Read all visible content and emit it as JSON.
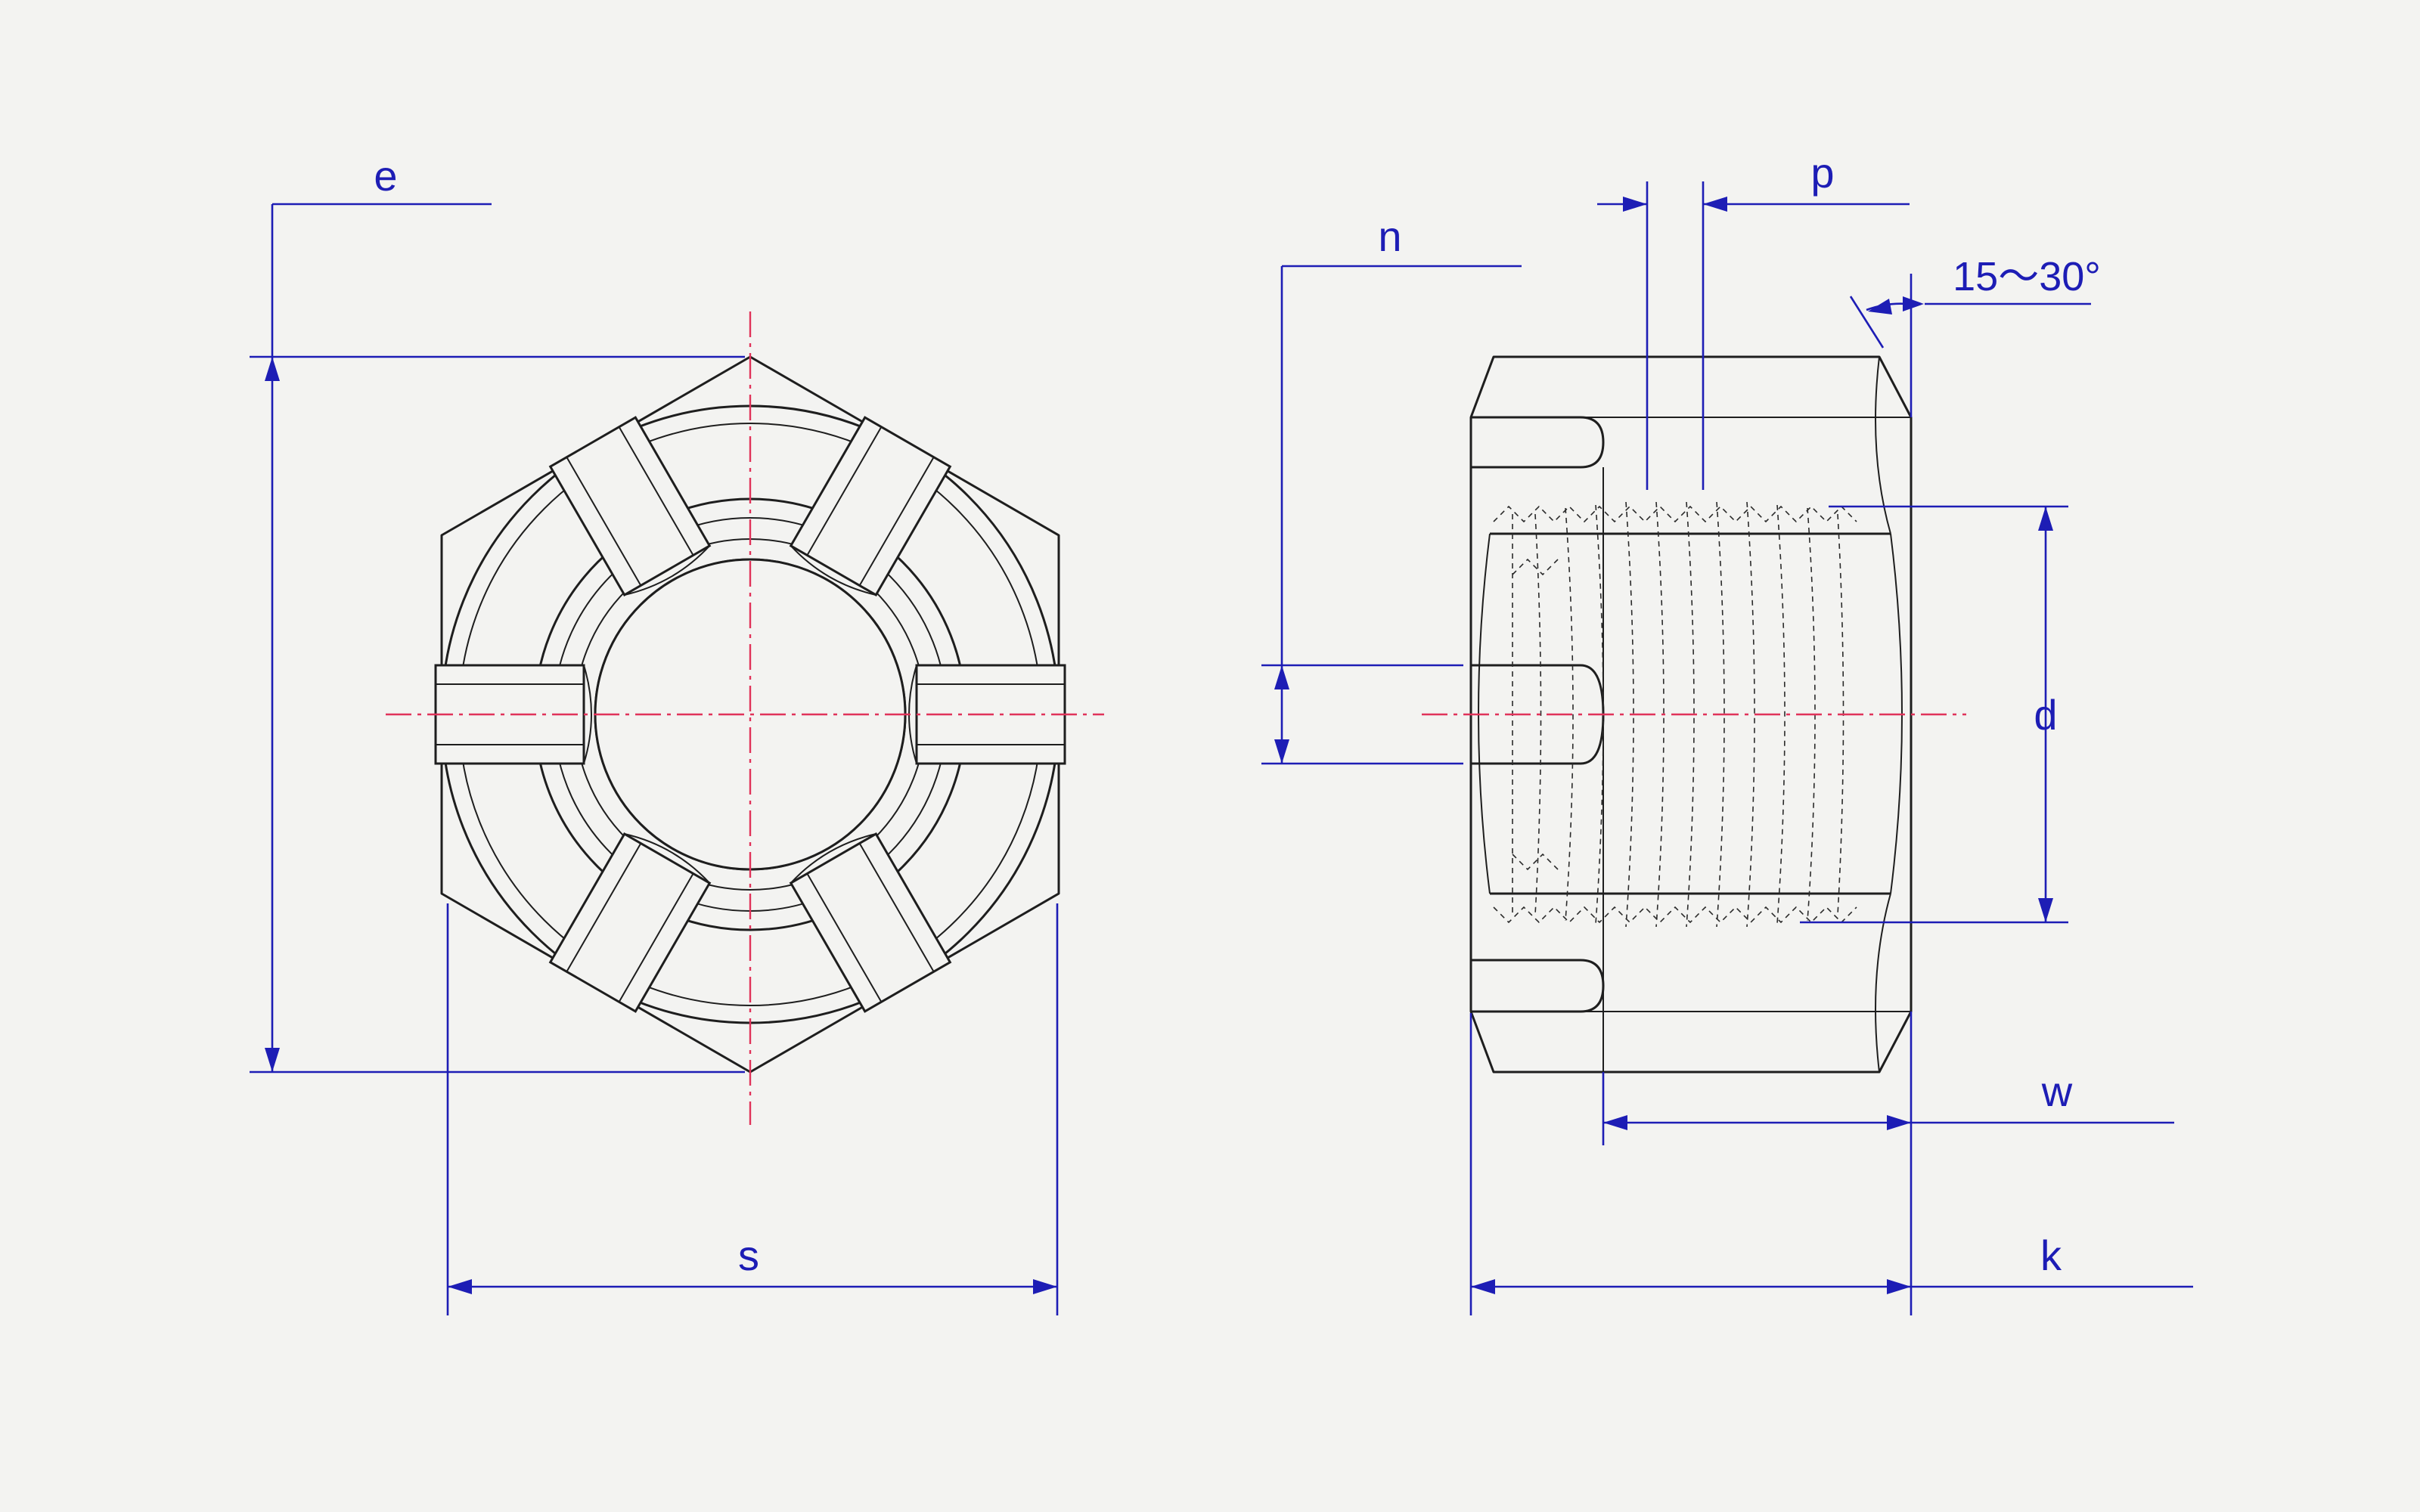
{
  "dimensions": {
    "e": "e",
    "s": "s",
    "n": "n",
    "p": "p",
    "angle": "15～30°",
    "d": "d",
    "w": "w",
    "k": "k"
  },
  "colors": {
    "outline": "#1e1e1e",
    "dimension": "#1d1db5",
    "centerline": "#e0335a",
    "background": "#f3f3f1"
  }
}
